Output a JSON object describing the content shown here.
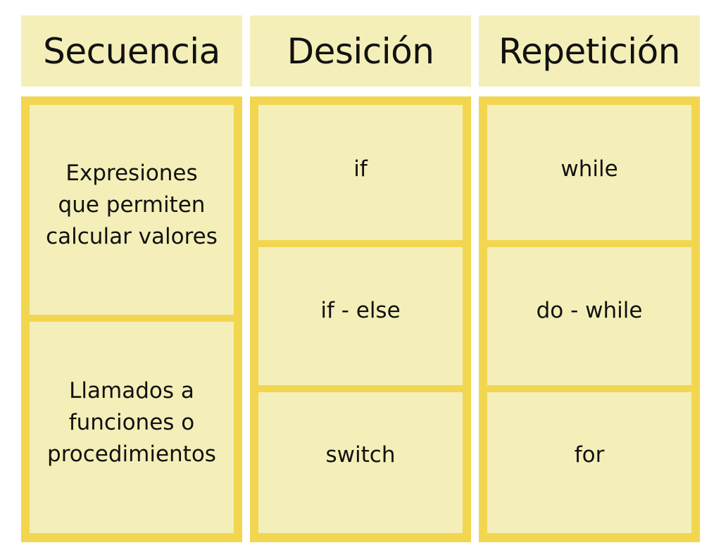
{
  "columns": [
    {
      "header": "Secuencia",
      "items": [
        [
          "Expresiones",
          "que permiten",
          "calcular valores"
        ],
        [
          "Llamados a",
          "funciones o",
          "procedimientos"
        ]
      ]
    },
    {
      "header": "Desición",
      "items": [
        [
          "if"
        ],
        [
          "if - else"
        ],
        [
          "switch"
        ]
      ]
    },
    {
      "header": "Repetición",
      "items": [
        [
          "while"
        ],
        [
          "do - while"
        ],
        [
          "for"
        ]
      ]
    }
  ],
  "colors": {
    "header_fill": "#f4efb8",
    "cell_fill": "#f4efb8",
    "border": "#f2d64f",
    "text": "#111111"
  }
}
